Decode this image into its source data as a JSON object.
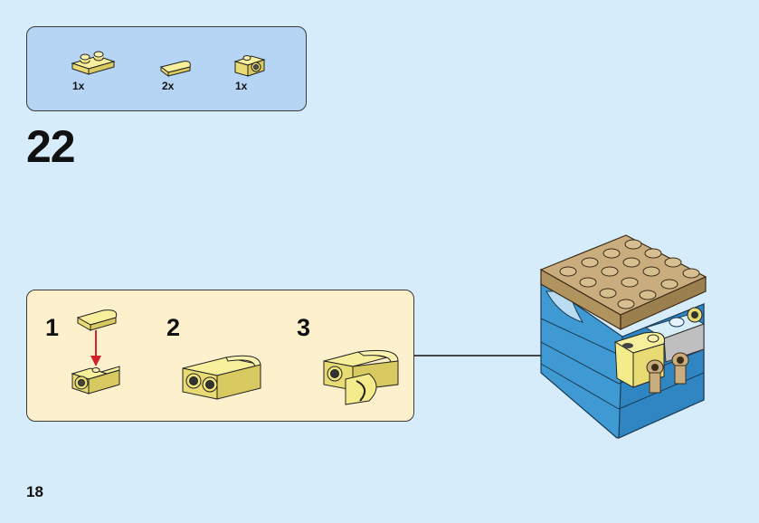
{
  "parts": [
    {
      "qty": "1x",
      "icon": "plate-1x2-tan-icon"
    },
    {
      "qty": "2x",
      "icon": "slope-curved-tan-icon"
    },
    {
      "qty": "1x",
      "icon": "bracket-brick-tan-icon"
    }
  ],
  "step": "22",
  "substeps": [
    "1",
    "2",
    "3"
  ],
  "page_number": "18",
  "colors": {
    "background": "#d7ecfb",
    "parts_box": "#b6d5f4",
    "substep_box": "#fdf0cd",
    "brick_yellow": "#f4ec8a",
    "tan": "#c7ab7c",
    "blue": "#3f9ad4",
    "arrow_red": "#d2232a"
  }
}
